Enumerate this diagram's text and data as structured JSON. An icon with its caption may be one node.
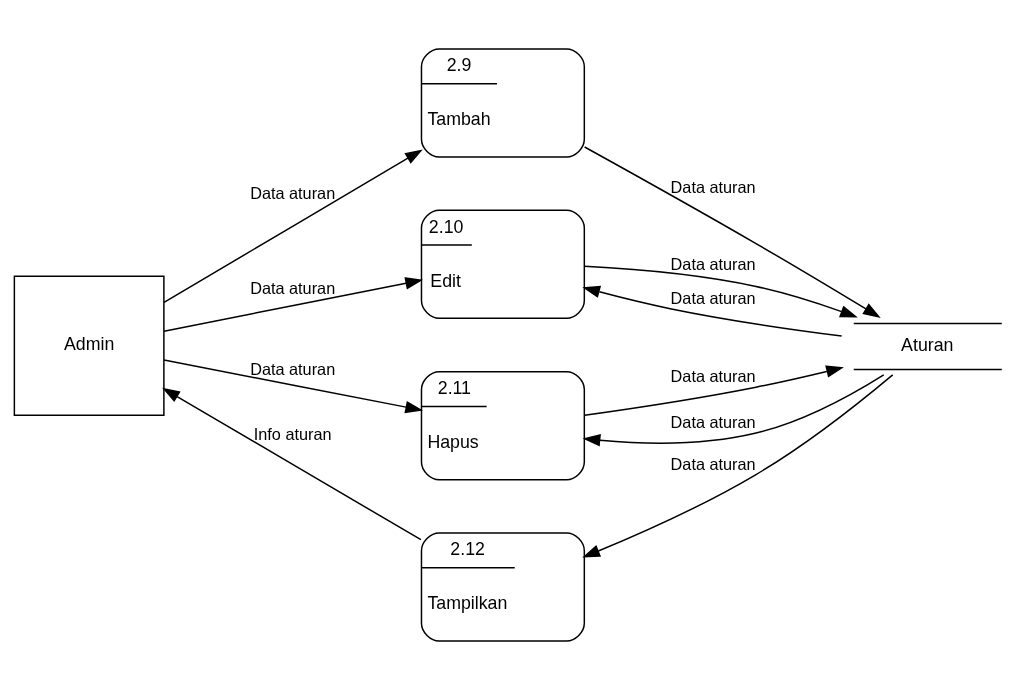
{
  "diagram": {
    "nodes": [
      {
        "text": [
          "Admin"
        ]
      },
      {
        "text": [
          "2.9",
          "Tambah"
        ]
      },
      {
        "text": [
          "2.10",
          "Edit"
        ]
      },
      {
        "text": [
          "2.11",
          "Hapus"
        ]
      },
      {
        "text": [
          "2.12",
          "Tampilkan"
        ]
      },
      {
        "text": [
          "Aturan"
        ]
      }
    ],
    "edges": [
      {
        "from": 0,
        "to": 1,
        "arrow": "to",
        "label": "Data aturan"
      },
      {
        "from": 1,
        "to": 5,
        "arrow": "to",
        "label": "Data aturan"
      },
      {
        "from": 5,
        "to": 2,
        "arrow": "to",
        "label": "Data aturan"
      },
      {
        "from": 0,
        "to": 2,
        "arrow": "to",
        "label": "Data aturan"
      },
      {
        "from": 2,
        "to": 5,
        "arrow": "to",
        "label": "Data aturan"
      },
      {
        "from": 0,
        "to": 3,
        "arrow": "to",
        "label": "Data aturan"
      },
      {
        "from": 3,
        "to": 5,
        "arrow": "to",
        "label": "Data aturan"
      },
      {
        "from": 5,
        "to": 3,
        "arrow": "to",
        "label": "Data aturan"
      },
      {
        "from": 5,
        "to": 4,
        "arrow": "to",
        "label": "Data aturan"
      },
      {
        "from": 4,
        "to": 0,
        "arrow": "to",
        "label": "Info aturan"
      }
    ]
  }
}
